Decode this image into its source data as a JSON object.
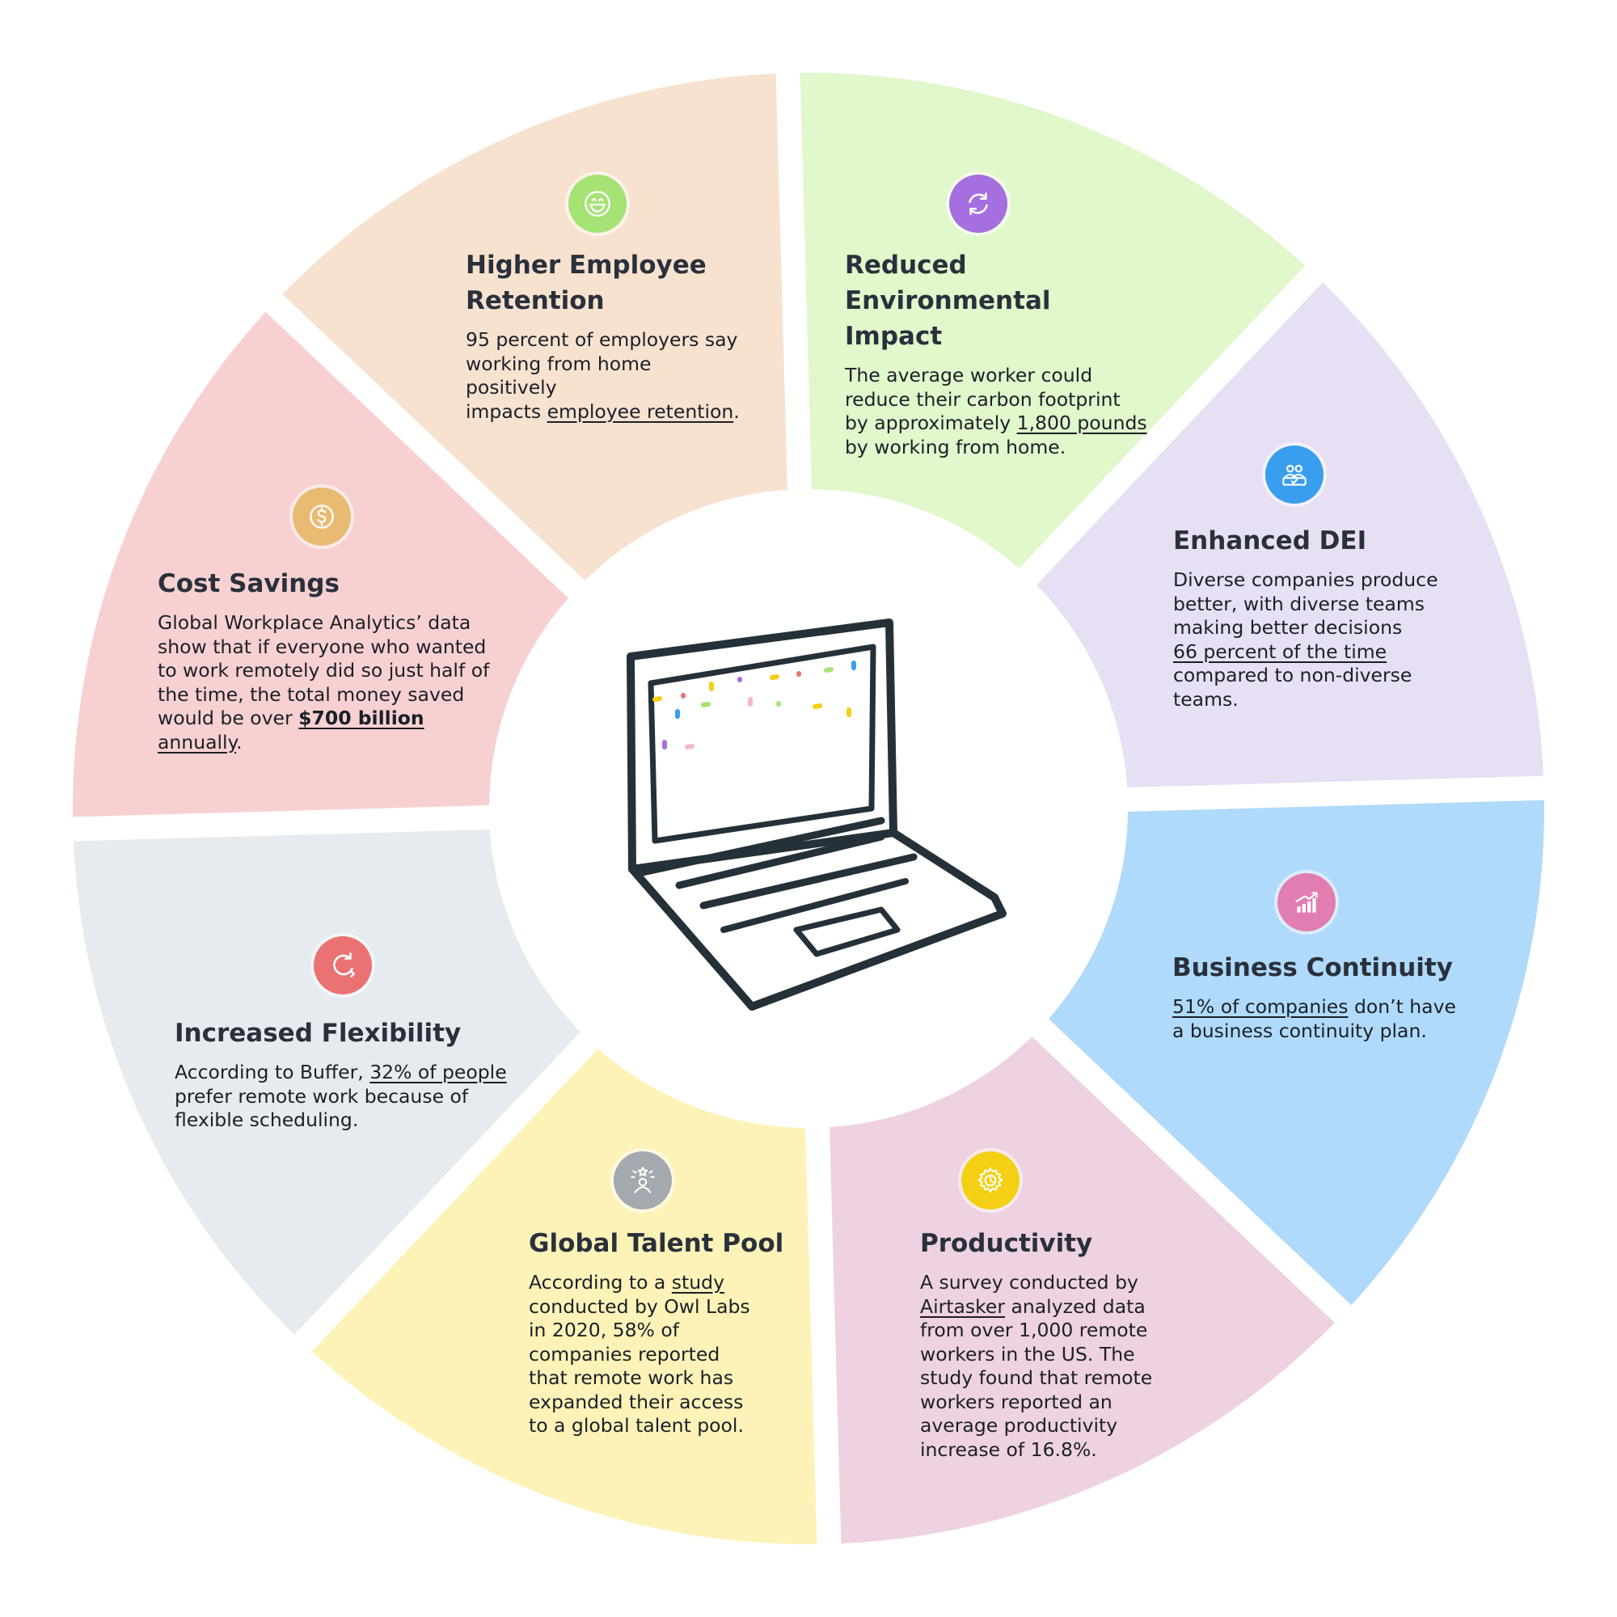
{
  "center": {
    "illustration": "laptop-icon"
  },
  "segments": [
    {
      "key": "retention",
      "title_l1": "Higher Employee",
      "title_l2": "Retention",
      "fill": "#e1f7cc",
      "icon": {
        "name": "smiley-face-icon",
        "color": "#a4e374"
      },
      "body_l1": "95 percent of employers say",
      "body_l2": "working from home positively",
      "body_l3_pre": "impacts ",
      "body_l3_link": "employee retention",
      "body_l3_post": "."
    },
    {
      "key": "environment",
      "title_l1": "Reduced Environmental",
      "title_l2": "Impact",
      "fill": "#e7e0f4",
      "icon": {
        "name": "recycle-arrows-icon",
        "color": "#a66fe0"
      },
      "body_l1": "The average worker could",
      "body_l2": "reduce their carbon footprint",
      "body_l3_pre": "by approximately ",
      "body_l3_link": "1,800 pounds",
      "body_l4": "by working from home."
    },
    {
      "key": "dei",
      "title": "Enhanced DEI",
      "fill": "#afdafb",
      "icon": {
        "name": "diverse-people-icon",
        "color": "#3a9eef"
      },
      "body_l1": "Diverse companies produce",
      "body_l2": "better, with diverse teams",
      "body_l3": "making better decisions",
      "body_l4_link": "66 percent of the time",
      "body_l5": "compared to non-diverse",
      "body_l6": "teams."
    },
    {
      "key": "continuity",
      "title": "Business Continuity",
      "fill": "#eed2e1",
      "icon": {
        "name": "growth-chart-icon",
        "color": "#e27db2"
      },
      "body_l1_link": "51% of companies",
      "body_l1_post": " don’t have",
      "body_l2": "a business continuity plan."
    },
    {
      "key": "productivity",
      "title": "Productivity",
      "fill": "#fdf3b8",
      "icon": {
        "name": "gear-clock-icon",
        "color": "#f4cf14"
      },
      "body_l1": "A survey conducted by",
      "body_l2_link": "Airtasker",
      "body_l2_post": " analyzed data",
      "body_l3": "from over 1,000 remote",
      "body_l4": "workers in the US. The",
      "body_l5": "study found that remote",
      "body_l6": "workers reported an",
      "body_l7": "average productivity",
      "body_l8": "increase of 16.8%."
    },
    {
      "key": "talent",
      "title": "Global Talent Pool",
      "fill": "#e5ebef",
      "icon": {
        "name": "star-person-icon",
        "color": "#a3a9ae"
      },
      "body_l1_pre": "According to a ",
      "body_l1_link": "study",
      "body_l2": "conducted by Owl Labs",
      "body_l3": "in 2020, 58% of",
      "body_l4": "companies reported",
      "body_l5": "that remote work has",
      "body_l6": "expanded their access",
      "body_l7": "to a global talent pool."
    },
    {
      "key": "flexibility",
      "title": "Increased Flexibility",
      "fill": "#f7d1d1",
      "icon": {
        "name": "circular-arrow-icon",
        "color": "#ea7272"
      },
      "body_l1_pre": "According to Buffer, ",
      "body_l1_link": "32% of people",
      "body_l2": "prefer remote work because of",
      "body_l3": "flexible scheduling."
    },
    {
      "key": "cost",
      "title": "Cost Savings",
      "fill": "#f7e2d0",
      "icon": {
        "name": "dollar-coin-icon",
        "color": "#e9bb72"
      },
      "body_l1": "Global Workplace Analytics’ data",
      "body_l2": "show that if everyone who wanted",
      "body_l3": "to work remotely did so just half of",
      "body_l4": "the time, the total money saved",
      "body_l5_pre": "would be over ",
      "body_l5_link": "$700 billion",
      "body_l6_link": "annually",
      "body_l6_post": "."
    }
  ]
}
